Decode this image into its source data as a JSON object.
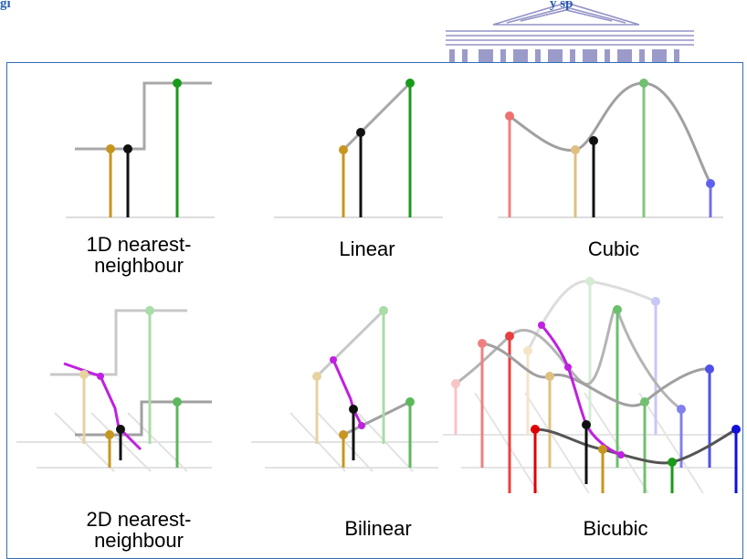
{
  "header": {
    "caption_left": "gi",
    "caption_right": "y sp"
  },
  "panels": [
    {
      "id": "nearest-1d",
      "label_line1": "1D nearest-",
      "label_line2": "neighbour"
    },
    {
      "id": "linear",
      "label_line1": "Linear",
      "label_line2": ""
    },
    {
      "id": "cubic",
      "label_line1": "Cubic",
      "label_line2": ""
    },
    {
      "id": "nearest-2d",
      "label_line1": "2D nearest-",
      "label_line2": "neighbour"
    },
    {
      "id": "bilinear",
      "label_line1": "Bilinear",
      "label_line2": ""
    },
    {
      "id": "bicubic",
      "label_line1": "Bicubic",
      "label_line2": ""
    }
  ],
  "colors": {
    "frame": "#2f6fb6",
    "caption": "#2b62b3",
    "gold": "#c8961e",
    "green": "#1a9a1a",
    "red": "#e02020",
    "blue": "#3030e0",
    "magenta": "#d020e0",
    "curve": "#a0a0a0",
    "baseline": "#dcdcdc"
  }
}
